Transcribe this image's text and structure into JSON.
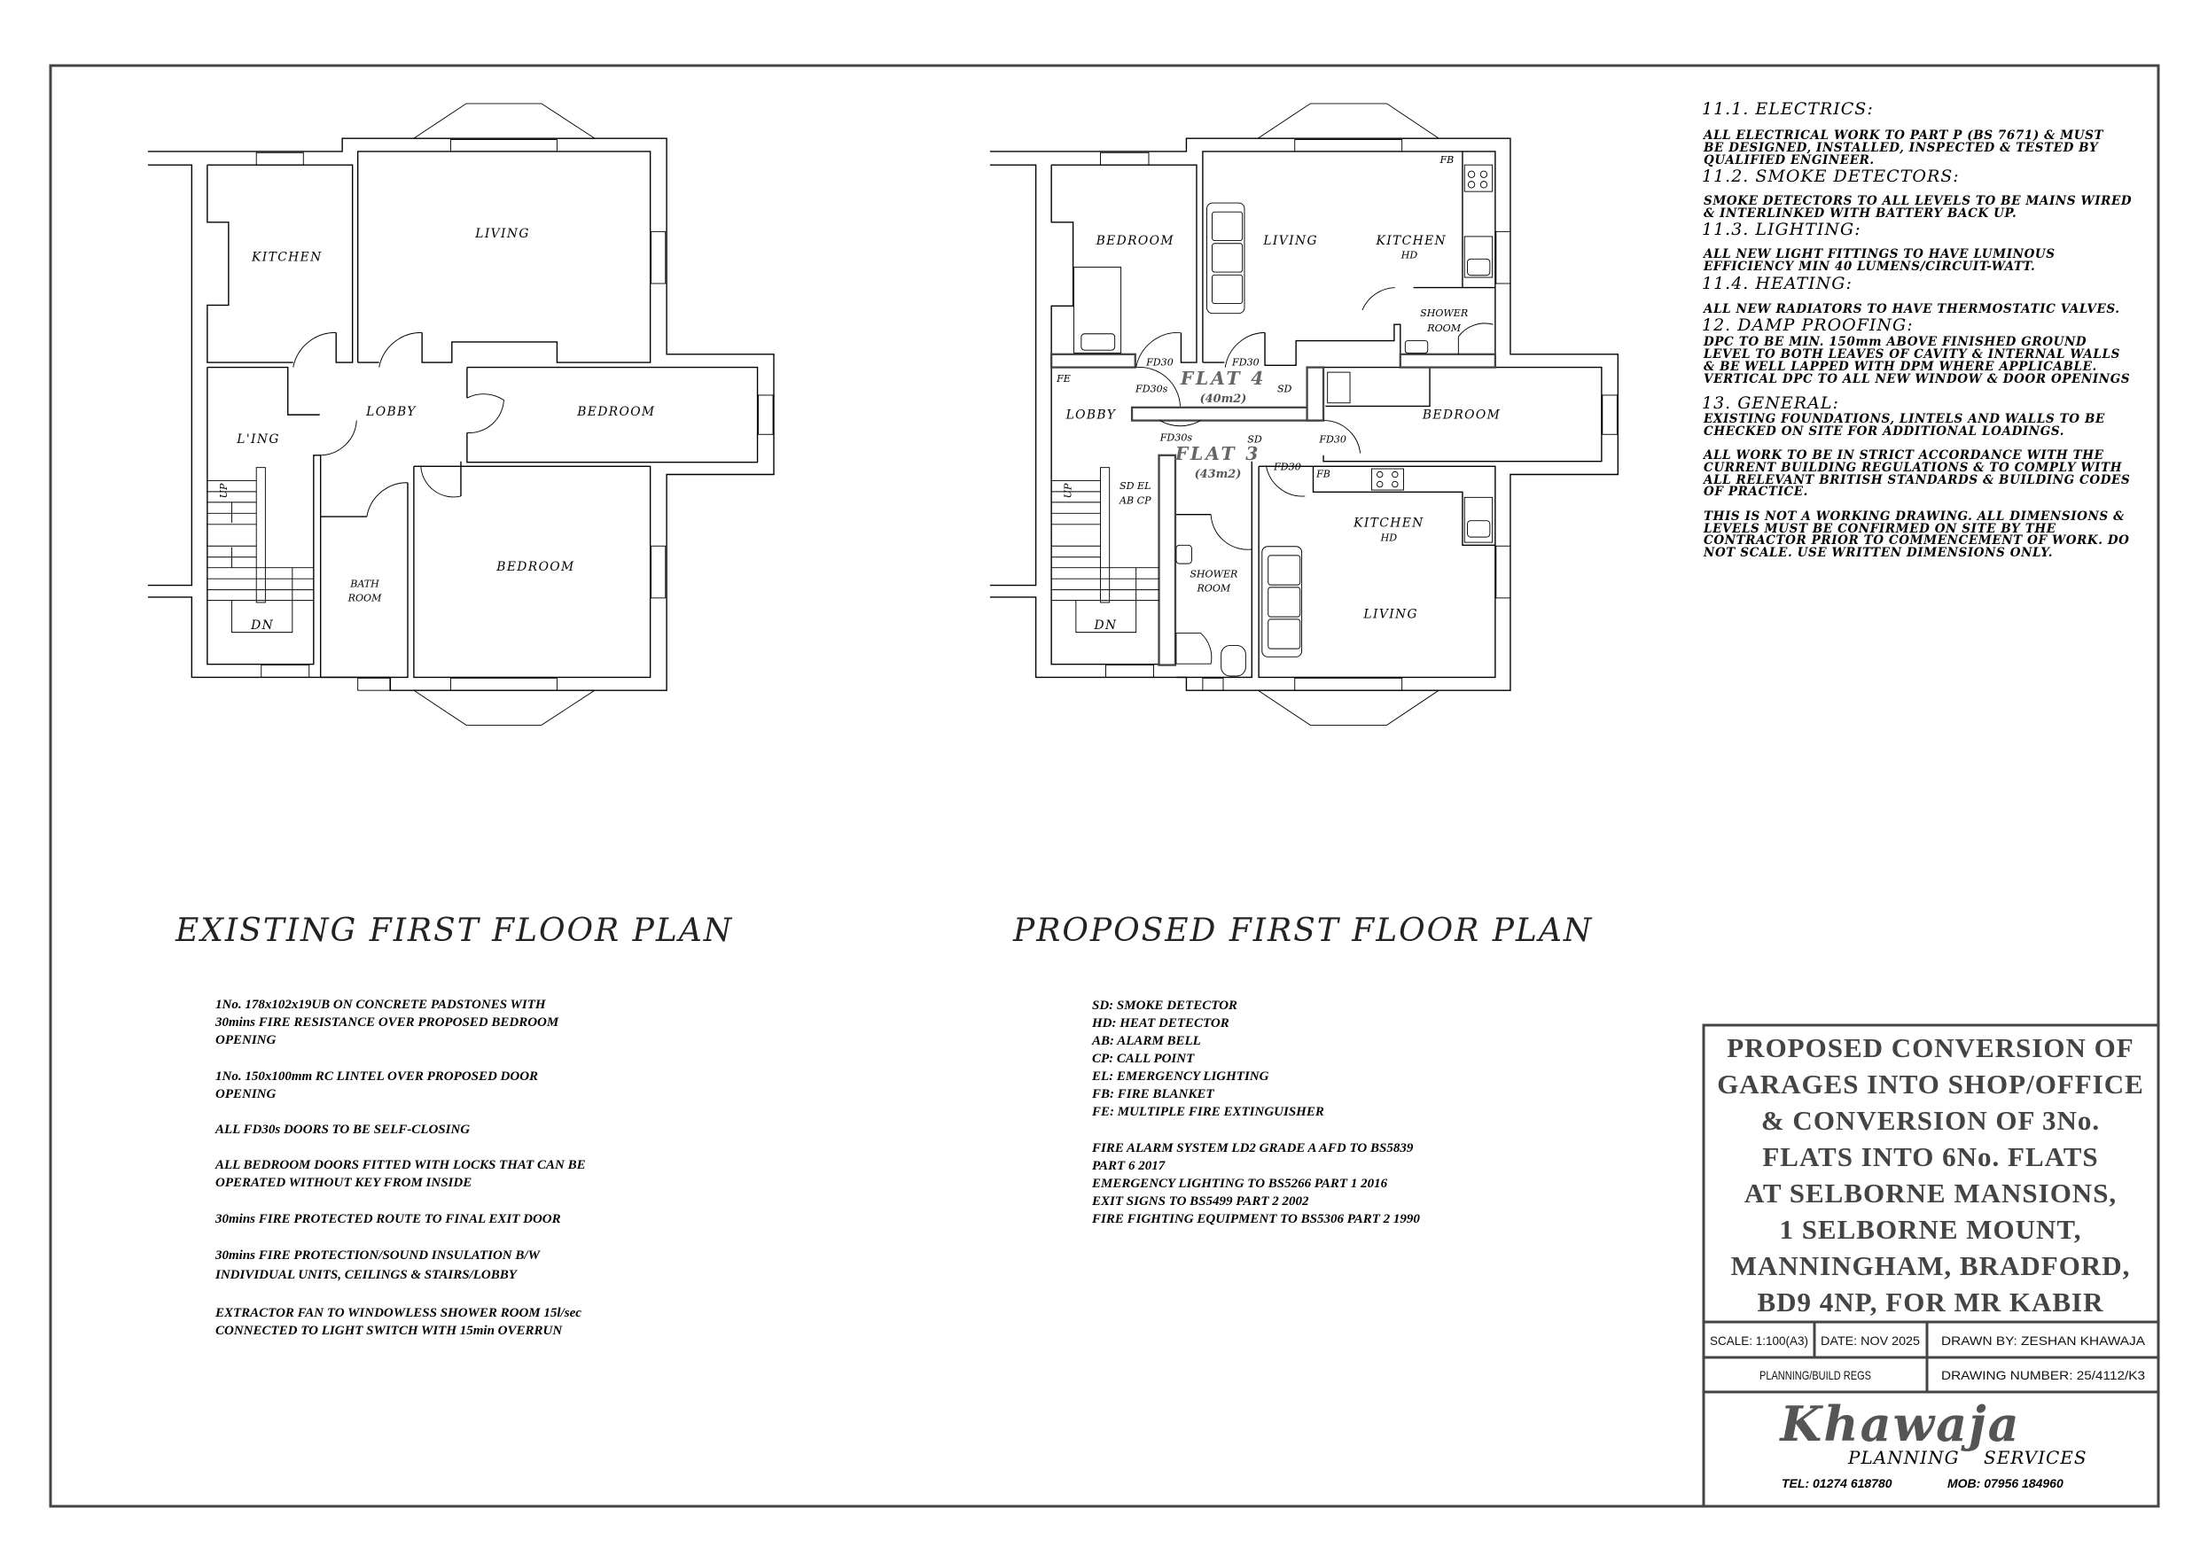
{
  "existing": {
    "title": "EXISTING FIRST FLOOR PLAN",
    "rooms": [
      "KITCHEN",
      "LIVING",
      "LOBBY",
      "BEDROOM",
      "L'ING",
      "BEDROOM",
      "BATH",
      "ROOM",
      "UP",
      "DN"
    ]
  },
  "proposed": {
    "title": "PROPOSED FIRST FLOOR PLAN",
    "labels": {
      "bedroom1": "BEDROOM",
      "living1": "LIVING",
      "kitchen1": "KITCHEN",
      "hd1": "HD",
      "fb1": "FB",
      "shower1a": "SHOWER",
      "shower1b": "ROOM",
      "fd30a": "FD30",
      "fd30b": "FD30",
      "flat4": "FLAT 4",
      "flat4_area": "(40m2)",
      "sd1": "SD",
      "fe": "FE",
      "fd30s1": "FD30s",
      "lobby": "LOBBY",
      "bedroom2": "BEDROOM",
      "fd30s2": "FD30s",
      "sd2": "SD",
      "fd30c": "FD30",
      "flat3": "FLAT 3",
      "flat3_area": "(43m2)",
      "fd30d": "FD30",
      "fb2": "FB",
      "sdel": "SD  EL",
      "abcp": "AB  CP",
      "up": "UP",
      "dn": "DN",
      "kitchen2": "KITCHEN",
      "hd2": "HD",
      "shower2a": "SHOWER",
      "shower2b": "ROOM",
      "living2": "LIVING"
    }
  },
  "left_notes": [
    "1No. 178x102x19UB ON CONCRETE PADSTONES WITH",
    "30mins FIRE RESISTANCE OVER PROPOSED BEDROOM",
    "OPENING",
    "1No. 150x100mm RC LINTEL OVER PROPOSED DOOR",
    "OPENING",
    "ALL FD30s DOORS TO BE SELF-CLOSING",
    "ALL BEDROOM DOORS FITTED WITH LOCKS THAT CAN BE",
    "OPERATED WITHOUT KEY FROM INSIDE",
    "30mins FIRE PROTECTED ROUTE TO FINAL EXIT DOOR",
    "30mins FIRE PROTECTION/SOUND INSULATION B/W",
    "INDIVIDUAL UNITS, CEILINGS & STAIRS/LOBBY",
    "EXTRACTOR FAN TO WINDOWLESS SHOWER ROOM 15l/sec",
    "CONNECTED TO LIGHT SWITCH WITH 15min OVERRUN"
  ],
  "legend": [
    "SD: SMOKE DETECTOR",
    "HD: HEAT DETECTOR",
    "AB: ALARM BELL",
    "CP: CALL POINT",
    "EL: EMERGENCY LIGHTING",
    "FB: FIRE BLANKET",
    "FE: MULTIPLE FIRE EXTINGUISHER",
    "FIRE ALARM SYSTEM LD2 GRADE A AFD TO BS5839",
    "PART 6 2017",
    "EMERGENCY LIGHTING TO BS5266 PART 1 2016",
    "EXIT SIGNS TO BS5499 PART 2 2002",
    "FIRE FIGHTING EQUIPMENT TO BS5306 PART 2 1990"
  ],
  "spec_notes": [
    {
      "heading": "11.1. ELECTRICS:",
      "lines": [
        "ALL ELECTRICAL WORK TO PART P (BS 7671) & MUST",
        "BE DESIGNED, INSTALLED, INSPECTED & TESTED BY",
        "QUALIFIED ENGINEER."
      ]
    },
    {
      "heading": "11.2. SMOKE DETECTORS:",
      "lines": [
        "SMOKE DETECTORS TO ALL LEVELS TO BE MAINS WIRED",
        "& INTERLINKED WITH BATTERY BACK UP."
      ]
    },
    {
      "heading": "11.3. LIGHTING:",
      "lines": [
        "ALL NEW LIGHT FITTINGS TO HAVE LUMINOUS",
        "EFFICIENCY MIN 40 LUMENS/CIRCUIT-WATT."
      ]
    },
    {
      "heading": "11.4. HEATING:",
      "lines": [
        "ALL NEW RADIATORS TO HAVE THERMOSTATIC VALVES."
      ]
    },
    {
      "heading": "12. DAMP PROOFING:",
      "lines": [
        "DPC TO BE MIN. 150mm ABOVE FINISHED GROUND",
        "LEVEL TO BOTH LEAVES OF CAVITY & INTERNAL WALLS",
        "& BE WELL LAPPED WITH DPM WHERE APPLICABLE.",
        "VERTICAL DPC TO ALL NEW WINDOW & DOOR OPENINGS"
      ]
    },
    {
      "heading": "13. GENERAL:",
      "lines": [
        "EXISTING FOUNDATIONS, LINTELS AND WALLS TO BE",
        "CHECKED ON SITE FOR ADDITIONAL LOADINGS."
      ]
    }
  ],
  "general_paragraphs": [
    [
      "ALL WORK TO BE IN STRICT ACCORDANCE WITH THE",
      "CURRENT BUILDING REGULATIONS & TO COMPLY WITH",
      "ALL RELEVANT BRITISH STANDARDS & BUILDING CODES",
      "OF PRACTICE."
    ],
    [
      "THIS IS NOT A WORKING DRAWING. ALL DIMENSIONS &",
      "LEVELS MUST BE CONFIRMED ON SITE BY THE",
      "CONTRACTOR PRIOR TO COMMENCEMENT OF WORK. DO",
      "NOT SCALE. USE WRITTEN DIMENSIONS ONLY."
    ]
  ],
  "title_block": {
    "project_lines": [
      "PROPOSED CONVERSION OF",
      "GARAGES INTO SHOP/OFFICE",
      "& CONVERSION OF 3No.",
      "FLATS INTO 6No. FLATS",
      "AT SELBORNE MANSIONS,",
      "1 SELBORNE MOUNT,",
      "MANNINGHAM, BRADFORD,",
      "BD9 4NP, FOR MR KABIR"
    ],
    "scale": "SCALE:  1:100(A3)",
    "date": "DATE:  NOV 2025",
    "drawn_by": "DRAWN BY: ZESHAN KHAWAJA",
    "purpose": "PLANNING/BUILD REGS",
    "drawing_number": "DRAWING NUMBER: 25/4112/K3",
    "company": "Khawaja",
    "company_sub1": "PLANNING",
    "company_sub2": "SERVICES",
    "tel": "TEL:  01274  618780",
    "mob": "MOB:  07956  184960"
  }
}
